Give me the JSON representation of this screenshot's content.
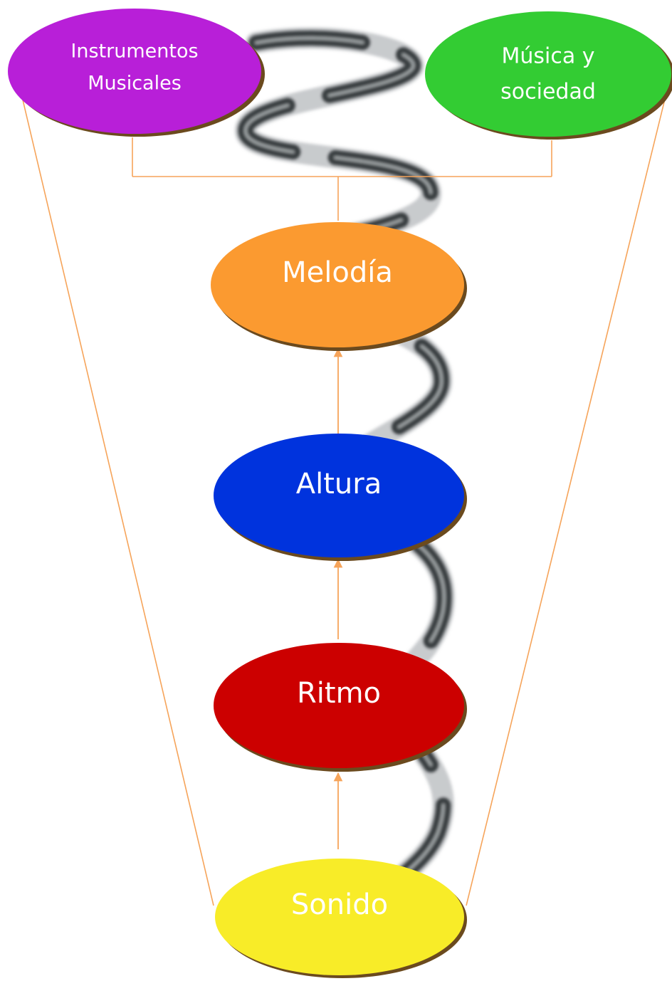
{
  "nodes": {
    "instrumentos": {
      "line1": "Instrumentos",
      "line2": "Musicales",
      "color": "#b81fd8"
    },
    "musica": {
      "line1": "Música y",
      "line2": "sociedad",
      "color": "#33cc33"
    },
    "melodia": {
      "label": "Melodía",
      "color": "#fb9a30"
    },
    "altura": {
      "label": "Altura",
      "color": "#0033dd"
    },
    "ritmo": {
      "label": "Ritmo",
      "color": "#cc0000"
    },
    "sonido": {
      "label": "Sonido",
      "color": "#f8ec28"
    }
  },
  "colors": {
    "connector": "#f6a45a",
    "shadow": "#6b4a1e",
    "spiral": "#3b3f42"
  },
  "background_image": "spring-coil"
}
